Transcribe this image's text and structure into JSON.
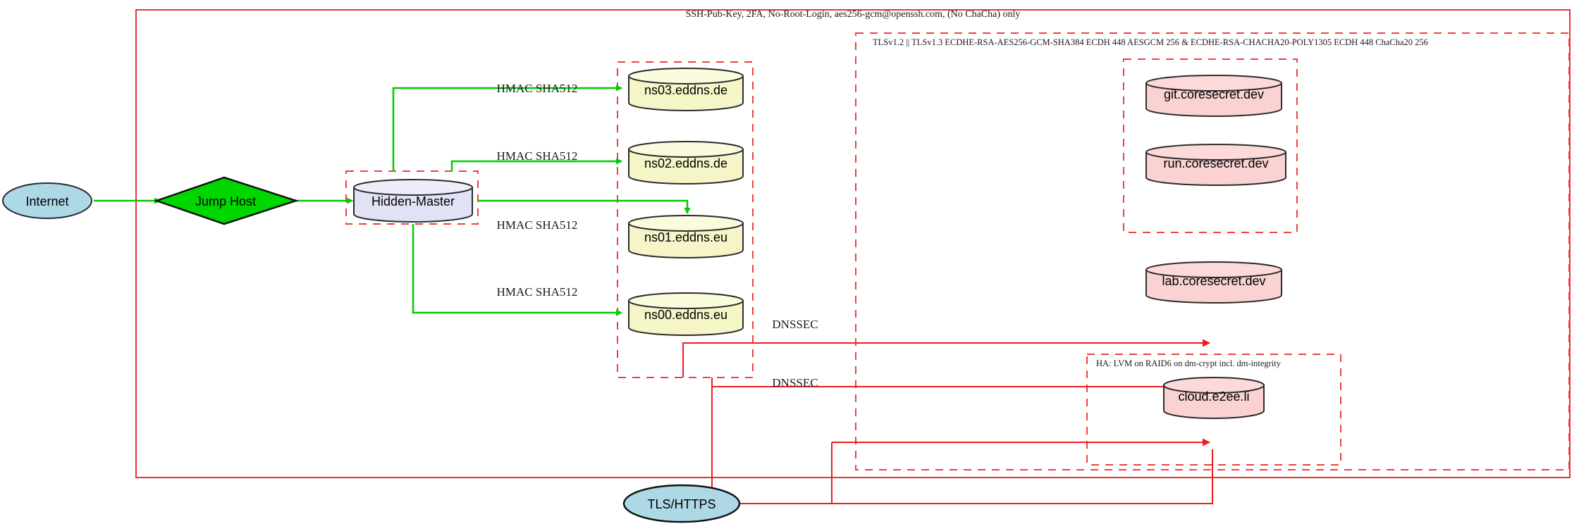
{
  "diagram": {
    "title": "Infrastructure network / trust-zone diagram",
    "colors": {
      "boundary_solid": "#e8333a",
      "boundary_dashed": "#f0403f",
      "edge_green": "#00cc00",
      "edge_red": "#ee1c1c",
      "node_internet_fill": "#add8e6",
      "node_jumphost_fill": "#00d700",
      "node_master_fill": "#e2e2f7",
      "node_dns_fill": "#f5f5c8",
      "node_app_fill": "#fbd2d2",
      "node_stroke": "#2b2b2b"
    },
    "boundaries": [
      {
        "id": "ssh-zone",
        "label": "SSH-Pub-Key, 2FA, No-Root-Login, aes256-gcm@openssh.com, (No ChaCha) only",
        "style": "solid"
      },
      {
        "id": "tls-zone",
        "label": "TLSv1.2 || TLSv1.3 ECDHE-RSA-AES256-GCM-SHA384 ECDH 448 AESGCM 256 & ECDHE-RSA-CHACHA20-POLY1305 ECDH 448 ChaCha20 256",
        "style": "dashed"
      },
      {
        "id": "ha-zone",
        "label": "HA: LVM on RAID6 on dm-crypt incl. dm-integrity",
        "style": "dashed"
      },
      {
        "id": "dns-zone",
        "label": "",
        "style": "dashed"
      },
      {
        "id": "master-zone",
        "label": "",
        "style": "dashed"
      },
      {
        "id": "app-zone",
        "label": "",
        "style": "dashed"
      }
    ],
    "nodes": [
      {
        "id": "internet",
        "label": "Internet",
        "shape": "ellipse"
      },
      {
        "id": "jumphost",
        "label": "Jump Host",
        "shape": "diamond"
      },
      {
        "id": "master",
        "label": "Hidden-Master",
        "shape": "cylinder"
      },
      {
        "id": "ns03",
        "label": "ns03.eddns.de",
        "shape": "cylinder"
      },
      {
        "id": "ns02",
        "label": "ns02.eddns.de",
        "shape": "cylinder"
      },
      {
        "id": "ns01",
        "label": "ns01.eddns.eu",
        "shape": "cylinder"
      },
      {
        "id": "ns00",
        "label": "ns00.eddns.eu",
        "shape": "cylinder"
      },
      {
        "id": "git",
        "label": "git.coresecret.dev",
        "shape": "cylinder"
      },
      {
        "id": "run",
        "label": "run.coresecret.dev",
        "shape": "cylinder"
      },
      {
        "id": "lab",
        "label": "lab.coresecret.dev",
        "shape": "cylinder"
      },
      {
        "id": "cloud",
        "label": "cloud.e2ee.li",
        "shape": "cylinder"
      },
      {
        "id": "tlshttps",
        "label": "TLS/HTTPS",
        "shape": "ellipse"
      }
    ],
    "edges": [
      {
        "from": "internet",
        "to": "jumphost",
        "label": "",
        "color": "green"
      },
      {
        "from": "jumphost",
        "to": "master",
        "label": "",
        "color": "green"
      },
      {
        "from": "master",
        "to": "ns03",
        "label": "HMAC SHA512",
        "color": "green"
      },
      {
        "from": "master",
        "to": "ns02",
        "label": "HMAC SHA512",
        "color": "green"
      },
      {
        "from": "master",
        "to": "ns01",
        "label": "HMAC SHA512",
        "color": "green"
      },
      {
        "from": "master",
        "to": "ns00",
        "label": "HMAC SHA512",
        "color": "green"
      },
      {
        "from": "dns-zone",
        "to": "app-zone",
        "label": "DNSSEC",
        "color": "red"
      },
      {
        "from": "dns-zone",
        "to": "ha-zone",
        "label": "DNSSEC",
        "color": "red"
      },
      {
        "from": "tlshttps",
        "to": "app-zone",
        "label": "",
        "color": "red"
      },
      {
        "from": "tlshttps",
        "to": "ha-zone",
        "label": "",
        "color": "red"
      }
    ],
    "edge_labels": {
      "hmac": "HMAC SHA512",
      "dnssec": "DNSSEC"
    }
  }
}
